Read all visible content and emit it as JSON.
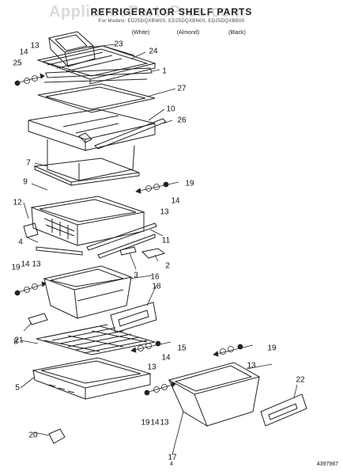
{
  "header": {
    "title": "REFRIGERATOR SHELF PARTS",
    "subtitle": "For Models: ED25DQXBW00, ED25DQXBN00, ED25DQXBB00",
    "variants": [
      "(White)",
      "(Almond)",
      "(Black)"
    ],
    "watermark": "AppliancePartsPros.com"
  },
  "callouts": [
    "23",
    "24",
    "1",
    "27",
    "10",
    "26",
    "25",
    "14",
    "13",
    "7",
    "9",
    "19",
    "14",
    "13",
    "12",
    "4",
    "11",
    "2",
    "3",
    "16",
    "18",
    "19",
    "14",
    "13",
    "21",
    "8",
    "15",
    "14",
    "13",
    "19",
    "22",
    "5",
    "13",
    "19",
    "14",
    "13",
    "17",
    "20"
  ],
  "footer": {
    "page": "4",
    "code": "4397987"
  }
}
